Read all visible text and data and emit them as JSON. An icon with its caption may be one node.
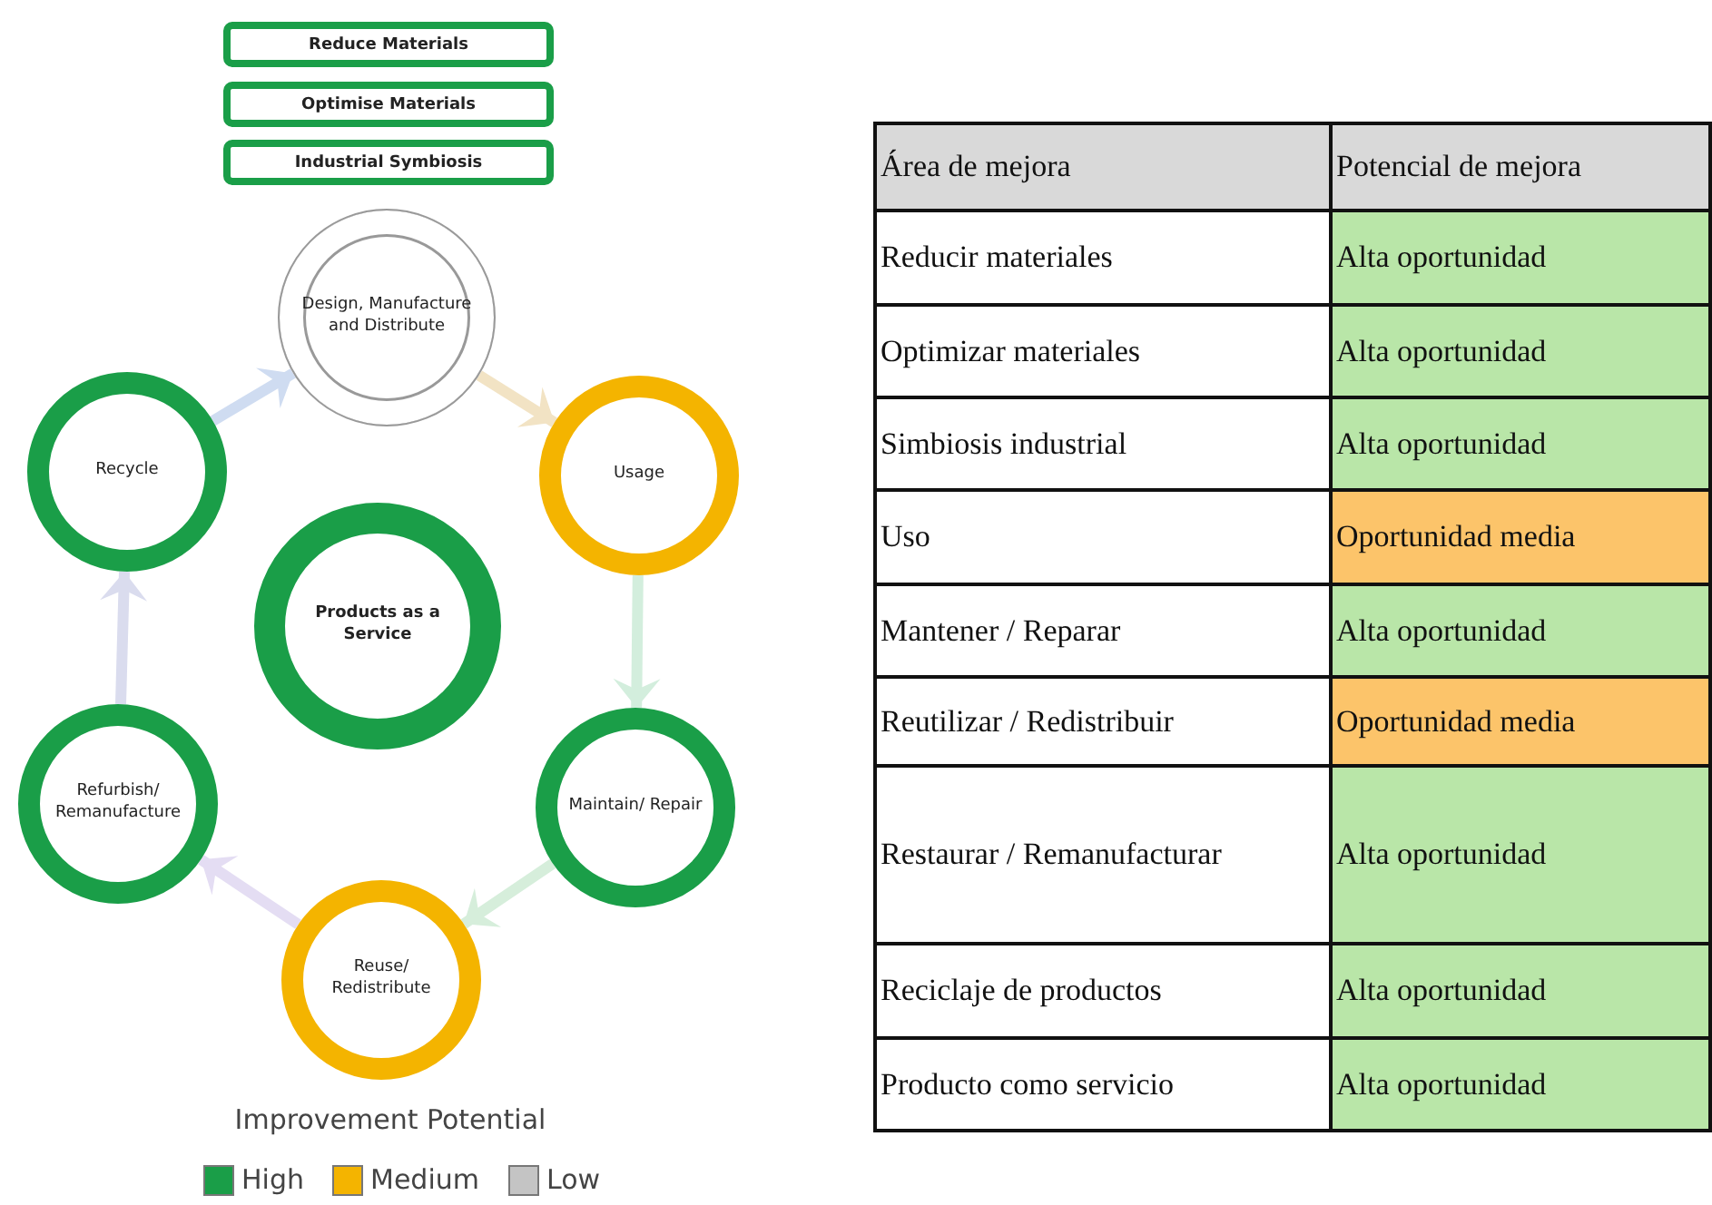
{
  "diagram": {
    "nodes": [
      {
        "text": [
          "Reduce Materials"
        ]
      },
      {
        "text": [
          "Optimise Materials"
        ]
      },
      {
        "text": [
          "Industrial Symbiosis"
        ]
      },
      {
        "text": [
          "Design, Manufacture and Distribute"
        ]
      },
      {
        "text": [
          "Recycle"
        ]
      },
      {
        "text": [
          "Usage"
        ]
      },
      {
        "text": [
          "Products as a Service"
        ]
      },
      {
        "text": [
          "Refurbish/ Remanufacture"
        ]
      },
      {
        "text": [
          "Maintain/ Repair"
        ]
      },
      {
        "text": [
          "Reuse/ Redistribute"
        ]
      }
    ],
    "edges": [
      {
        "from": 3,
        "to": 5,
        "arrow": "to",
        "color": "#f2e3c4"
      },
      {
        "from": 5,
        "to": 8,
        "arrow": "to",
        "color": "#d3eedd"
      },
      {
        "from": 8,
        "to": 9,
        "arrow": "to",
        "color": "#d6eedb"
      },
      {
        "from": 9,
        "to": 7,
        "arrow": "to",
        "color": "#e4ddf3"
      },
      {
        "from": 7,
        "to": 4,
        "arrow": "to",
        "color": "#dadcee"
      },
      {
        "from": 4,
        "to": 3,
        "arrow": "to",
        "color": "#cfdcf1"
      }
    ],
    "labels": [
      "Improvement Potential",
      "Área de mejora",
      "Potencial de mejora",
      "Reducir materiales",
      "Alta oportunidad",
      "Optimizar materiales",
      "Alta oportunidad",
      "Simbiosis industrial",
      "Alta oportunidad",
      "Uso",
      "Oportunidad media",
      "Mantener / Reparar",
      "Alta oportunidad",
      "Reutilizar / Redistribuir",
      "Oportunidad media",
      "Restaurar / Remanufacturar",
      "Alta oportunidad",
      "Reciclaje de productos",
      "Alta oportunidad",
      "Producto como servicio",
      "Alta oportunidad"
    ],
    "legend": [
      {
        "text": "High",
        "color": "#1a9e48"
      },
      {
        "text": "Medium",
        "color": "#f4b400"
      },
      {
        "text": "Low",
        "color": "#c4c4c4"
      }
    ]
  }
}
